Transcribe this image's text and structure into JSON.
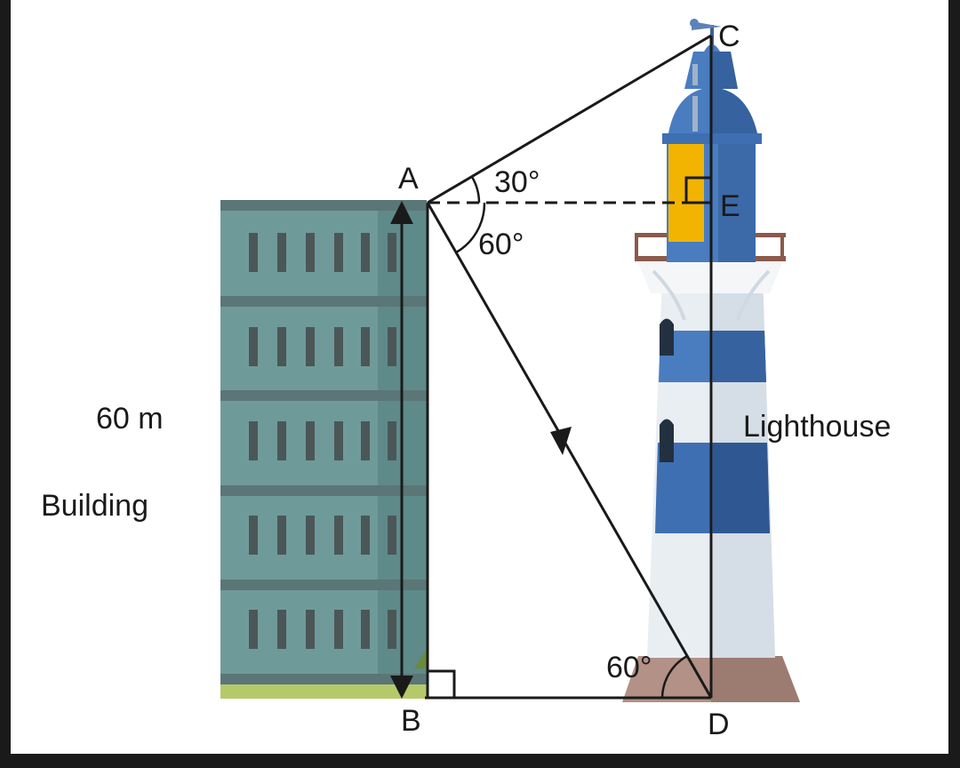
{
  "points": {
    "A": "A",
    "B": "B",
    "C": "C",
    "D": "D",
    "E": "E"
  },
  "angles": {
    "elevation": "30°",
    "depression": "60°",
    "at_D": "60°"
  },
  "labels": {
    "height": "60 m",
    "building": "Building",
    "lighthouse": "Lighthouse"
  },
  "colors": {
    "building": "#6f9a9a",
    "lighthouse_blue": "#4a7cc0",
    "lighthouse_lamp": "#f2b400",
    "ground_base": "#b39186",
    "grass": "#b5c96a"
  }
}
